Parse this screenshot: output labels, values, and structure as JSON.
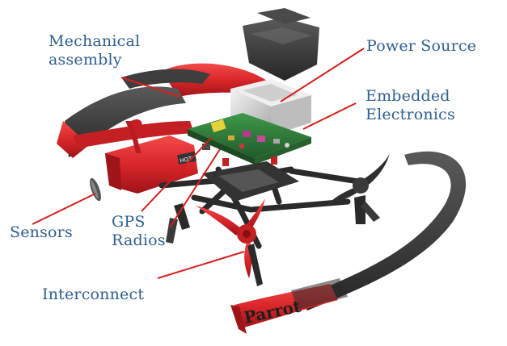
{
  "labels": {
    "mechanical": [
      "Mechanical",
      "assembly"
    ],
    "power": "Power Source",
    "embedded": [
      "Embedded",
      "Electronics"
    ],
    "sensors": "Sensors",
    "gps": [
      "GPS",
      "Radios"
    ],
    "interconnect": "Interconnect"
  },
  "drone_brand": "Parrot",
  "icons": {
    "drone": "parrot-bebop-drone-exploded-view"
  },
  "colors": {
    "label_text": "#2e5f8e",
    "leader_line": "#d42020",
    "drone_red": "#e0282c",
    "drone_dark": "#3a3a3a",
    "pcb_green": "#2f7a3a",
    "battery_silver": "#d8d8d8"
  }
}
